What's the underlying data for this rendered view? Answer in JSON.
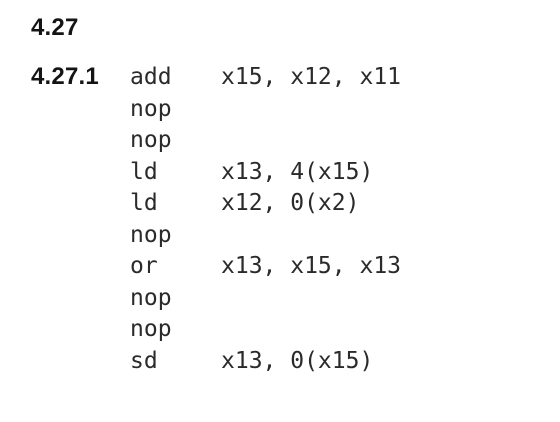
{
  "section": "4.27",
  "subsection": "4.27.1",
  "code": [
    {
      "op": "add",
      "args": "x15, x12, x11"
    },
    {
      "op": "nop",
      "args": ""
    },
    {
      "op": "nop",
      "args": ""
    },
    {
      "op": "ld",
      "args": "x13, 4(x15)"
    },
    {
      "op": "ld",
      "args": "x12, 0(x2)"
    },
    {
      "op": "nop",
      "args": ""
    },
    {
      "op": "or",
      "args": "x13, x15, x13"
    },
    {
      "op": "nop",
      "args": ""
    },
    {
      "op": "nop",
      "args": ""
    },
    {
      "op": "sd",
      "args": "x13, 0(x15)"
    }
  ]
}
